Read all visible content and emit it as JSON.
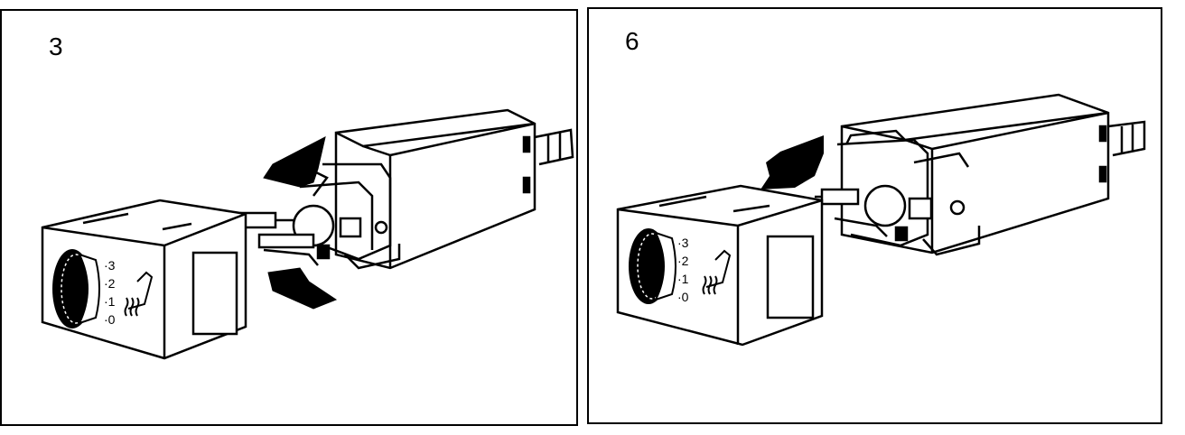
{
  "panels": [
    {
      "step": "3",
      "knob_scale": [
        "·3",
        "·2",
        "·1",
        "·0"
      ]
    },
    {
      "step": "6",
      "knob_scale": [
        "·3",
        "·2",
        "·1",
        "·0"
      ]
    }
  ],
  "colors": {
    "line": "#000000",
    "background": "#ffffff"
  },
  "icons": [
    "seat-heater-icon",
    "arrow-icon",
    "knob-icon",
    "switch-housing-icon"
  ]
}
